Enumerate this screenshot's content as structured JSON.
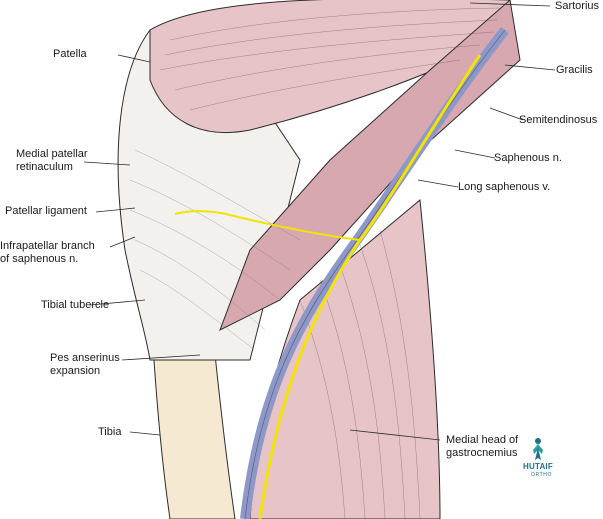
{
  "colors": {
    "muscle": "#e7c4c8",
    "muscle_dark": "#c99aa3",
    "tendon": "#f3f1ee",
    "bone": "#f6e9d2",
    "vein": "#8d98c9",
    "nerve": "#f2e400",
    "line": "#2b2b2b",
    "logo": "#1f6f8b"
  },
  "labels": {
    "sartorius": "Sartorius",
    "gracilis": "Gracilis",
    "semitendinosus": "Semitendinosus",
    "saphenous_n": "Saphenous n.",
    "long_saphenous_v": "Long saphenous v.",
    "patella": "Patella",
    "medial_patellar_retinaculum_1": "Medial patellar",
    "medial_patellar_retinaculum_2": "retinaculum",
    "patellar_ligament": "Patellar ligament",
    "infrapatellar_1": "Infrapatellar branch",
    "infrapatellar_2": "of saphenous n.",
    "tibial_tubercle": "Tibial tubercle",
    "pes_anserinus_1": "Pes anserinus",
    "pes_anserinus_2": "expansion",
    "tibia": "Tibia",
    "medial_head_1": "Medial  head of",
    "medial_head_2": "gastrocnemius"
  },
  "logo": {
    "name": "HUTAIF",
    "sub": "ORTHO",
    "icon": "person-figure-icon"
  }
}
